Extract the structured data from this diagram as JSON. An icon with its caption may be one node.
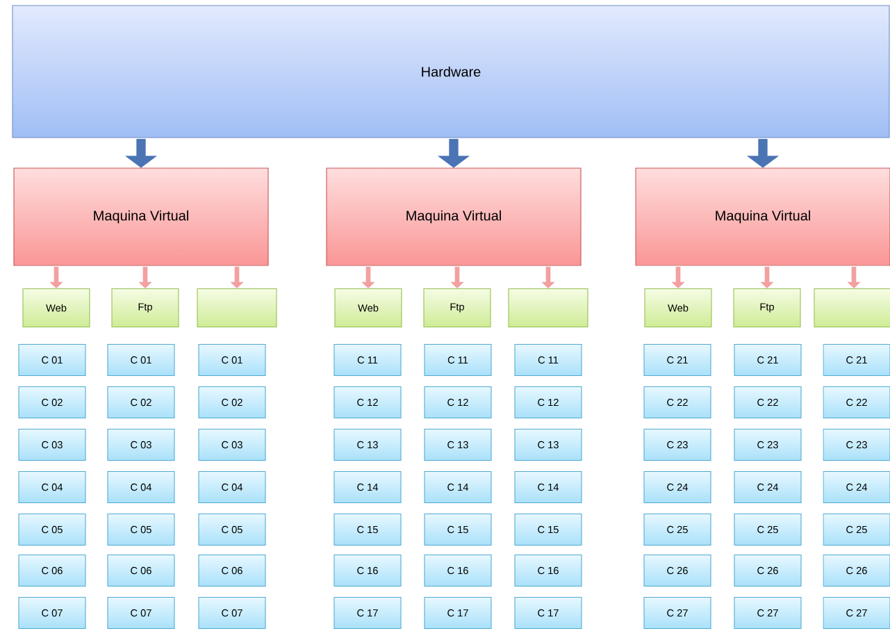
{
  "diagram": {
    "nodes": [
      {
        "text": [
          "Hardware"
        ]
      },
      {
        "text": [
          "Maquina Virtual"
        ]
      },
      {
        "text": [
          "Maquina Virtual"
        ]
      },
      {
        "text": [
          "Maquina Virtual"
        ]
      },
      {
        "text": [
          "Web"
        ]
      },
      {
        "text": [
          "Ftp"
        ]
      },
      {
        "text": [],
        "shape": "box"
      },
      {
        "text": [
          "Web"
        ]
      },
      {
        "text": [
          "Ftp"
        ]
      },
      {
        "text": [],
        "shape": "box"
      },
      {
        "text": [
          "Web"
        ]
      },
      {
        "text": [
          "Ftp"
        ]
      },
      {
        "text": [],
        "shape": "box"
      },
      {
        "text": [
          "C 01"
        ]
      },
      {
        "text": [
          "C 01"
        ]
      },
      {
        "text": [
          "C 01"
        ]
      },
      {
        "text": [
          "C 11"
        ]
      },
      {
        "text": [
          "C 11"
        ]
      },
      {
        "text": [
          "C 11"
        ]
      },
      {
        "text": [
          "C 21"
        ]
      },
      {
        "text": [
          "C 21"
        ]
      },
      {
        "text": [
          "C 21"
        ]
      },
      {
        "text": [
          "C 02"
        ]
      },
      {
        "text": [
          "C 02"
        ]
      },
      {
        "text": [
          "C 02"
        ]
      },
      {
        "text": [
          "C 12"
        ]
      },
      {
        "text": [
          "C 12"
        ]
      },
      {
        "text": [
          "C 12"
        ]
      },
      {
        "text": [
          "C 22"
        ]
      },
      {
        "text": [
          "C 22"
        ]
      },
      {
        "text": [
          "C 22"
        ]
      },
      {
        "text": [
          "C 03"
        ]
      },
      {
        "text": [
          "C 03"
        ]
      },
      {
        "text": [
          "C 03"
        ]
      },
      {
        "text": [
          "C 13"
        ]
      },
      {
        "text": [
          "C 13"
        ]
      },
      {
        "text": [
          "C 13"
        ]
      },
      {
        "text": [
          "C 23"
        ]
      },
      {
        "text": [
          "C 23"
        ]
      },
      {
        "text": [
          "C 23"
        ]
      },
      {
        "text": [
          "C 04"
        ]
      },
      {
        "text": [
          "C 04"
        ]
      },
      {
        "text": [
          "C 04"
        ]
      },
      {
        "text": [
          "C 14"
        ]
      },
      {
        "text": [
          "C 14"
        ]
      },
      {
        "text": [
          "C 14"
        ]
      },
      {
        "text": [
          "C 24"
        ]
      },
      {
        "text": [
          "C 24"
        ]
      },
      {
        "text": [
          "C 24"
        ]
      },
      {
        "text": [
          "C 05"
        ]
      },
      {
        "text": [
          "C 05"
        ]
      },
      {
        "text": [
          "C 05"
        ]
      },
      {
        "text": [
          "C 15"
        ]
      },
      {
        "text": [
          "C 15"
        ]
      },
      {
        "text": [
          "C 15"
        ]
      },
      {
        "text": [
          "C 25"
        ]
      },
      {
        "text": [
          "C 25"
        ]
      },
      {
        "text": [
          "C 25"
        ]
      },
      {
        "text": [
          "C 06"
        ]
      },
      {
        "text": [
          "C 06"
        ]
      },
      {
        "text": [
          "C 06"
        ]
      },
      {
        "text": [
          "C 16"
        ]
      },
      {
        "text": [
          "C 16"
        ]
      },
      {
        "text": [
          "C 16"
        ]
      },
      {
        "text": [
          "C 26"
        ]
      },
      {
        "text": [
          "C 26"
        ]
      },
      {
        "text": [
          "C 26"
        ]
      },
      {
        "text": [
          "C 07"
        ]
      },
      {
        "text": [
          "C 07"
        ]
      },
      {
        "text": [
          "C 07"
        ]
      },
      {
        "text": [
          "C 17"
        ]
      },
      {
        "text": [
          "C 17"
        ]
      },
      {
        "text": [
          "C 17"
        ]
      },
      {
        "text": [
          "C 27"
        ]
      },
      {
        "text": [
          "C 27"
        ]
      },
      {
        "text": [
          "C 27"
        ]
      }
    ],
    "edges": [
      {
        "from": 0,
        "to": 1,
        "arrow": "to",
        "style": "thick",
        "color": "#4a74b4"
      },
      {
        "from": 0,
        "to": 2,
        "arrow": "to",
        "style": "thick",
        "color": "#4a74b4"
      },
      {
        "from": 0,
        "to": 3,
        "arrow": "to",
        "style": "thick",
        "color": "#4a74b4"
      },
      {
        "from": 1,
        "to": 4,
        "arrow": "to"
      },
      {
        "from": 1,
        "to": 5,
        "arrow": "to"
      },
      {
        "from": 1,
        "to": 6,
        "arrow": "to"
      },
      {
        "from": 2,
        "to": 7,
        "arrow": "to"
      },
      {
        "from": 2,
        "to": 8,
        "arrow": "to"
      },
      {
        "from": 2,
        "to": 9,
        "arrow": "to"
      },
      {
        "from": 3,
        "to": 10,
        "arrow": "to"
      },
      {
        "from": 3,
        "to": 11,
        "arrow": "to"
      },
      {
        "from": 3,
        "to": 12,
        "arrow": "to"
      }
    ]
  }
}
